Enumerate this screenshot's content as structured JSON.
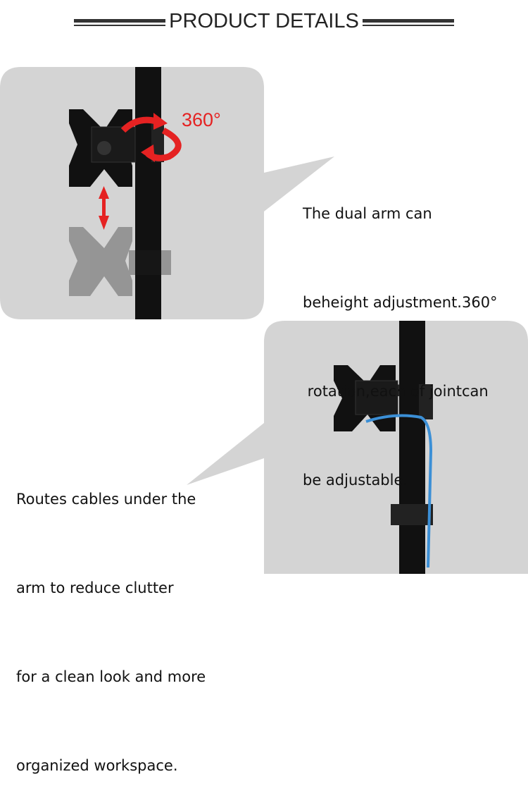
{
  "header": {
    "title": "PRODUCT DETAILS"
  },
  "section1": {
    "rotation_label": "360°",
    "lines": [
      "The dual arm can",
      "beheight adjustment.360°",
      " rotation,each of jointcan",
      "be adjustable."
    ]
  },
  "section2": {
    "lines": [
      "Routes cables under the",
      "arm to reduce clutter",
      "for a clean look and more",
      "organized workspace."
    ]
  },
  "colors": {
    "panel": "#d4d4d4",
    "accent": "#e52222",
    "cable": "#3b8fd6"
  }
}
